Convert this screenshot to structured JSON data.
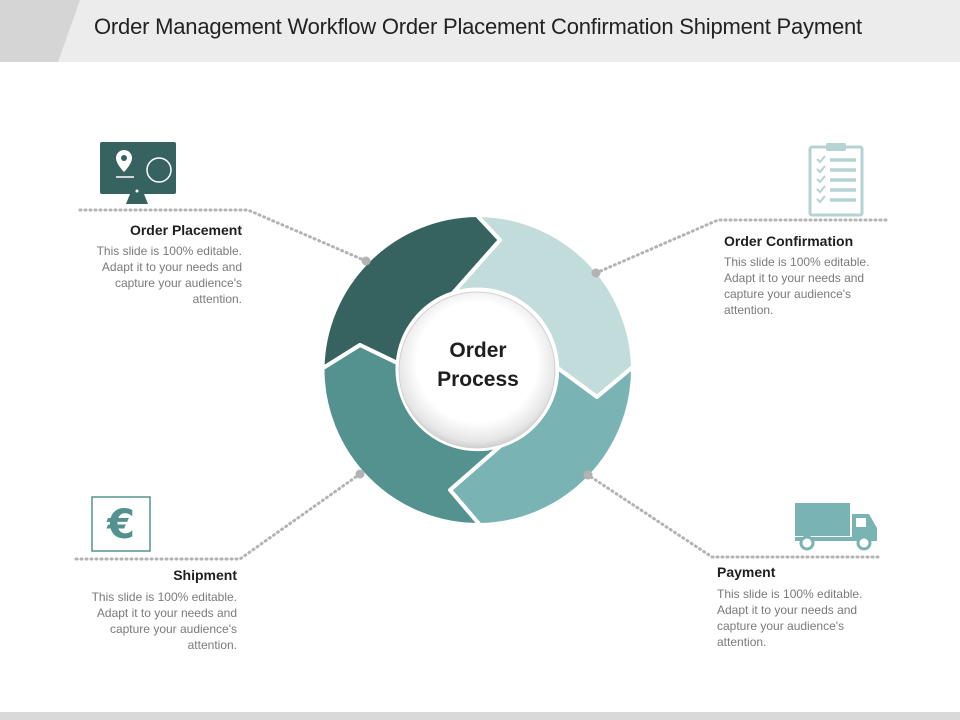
{
  "title": "Order Management Workflow Order Placement Confirmation Shipment Payment",
  "center": {
    "line1": "Order",
    "line2": "Process"
  },
  "steps": [
    {
      "heading": "Order Placement",
      "description": "This slide is 100% editable. Adapt it to your needs and capture your audience's attention.",
      "icon": "monitor-map-icon"
    },
    {
      "heading": "Order Confirmation",
      "description": "This slide is 100% editable. Adapt it to your needs and capture your audience's attention.",
      "icon": "clipboard-checklist-icon"
    },
    {
      "heading": "Shipment",
      "description": "This slide is 100% editable. Adapt it to your needs and capture your audience's attention.",
      "icon": "euro-icon"
    },
    {
      "heading": "Payment",
      "description": "This slide is 100% editable. Adapt it to your needs and capture your audience's attention.",
      "icon": "truck-icon"
    }
  ],
  "colors": {
    "dark_teal": "#36625f",
    "light_teal": "#c2dcdb",
    "mid_teal": "#54928f",
    "soft_teal": "#7ab3b3",
    "icon_light": "#b5d3d2",
    "title_band": "#ececec",
    "title_tab": "#d5d5d5"
  }
}
